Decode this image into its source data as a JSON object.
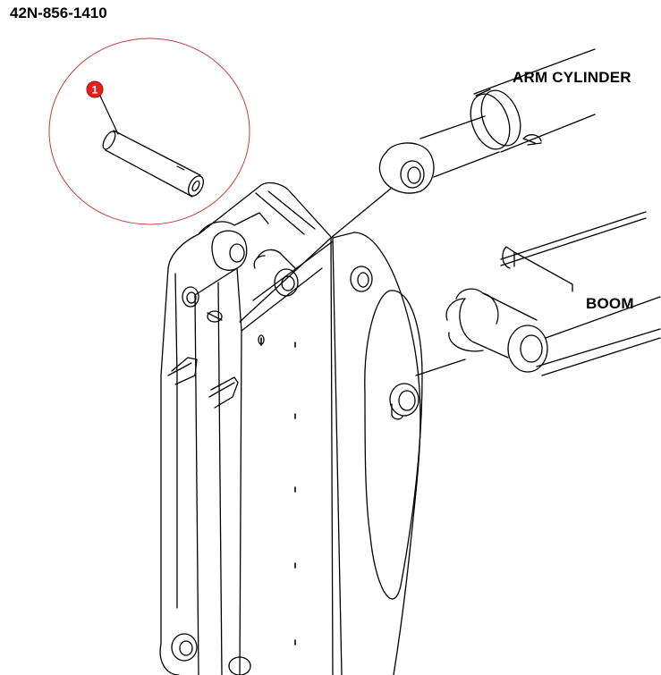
{
  "diagram": {
    "part_number": "42N-856-1410",
    "callouts": [
      {
        "number": "1",
        "part": "pin"
      }
    ],
    "labels": {
      "arm_cylinder": "ARM CYLINDER",
      "boom": "BOOM"
    },
    "colors": {
      "line": "#000000",
      "callout_circle": "#c83c3c",
      "badge": "#e8201c"
    }
  }
}
